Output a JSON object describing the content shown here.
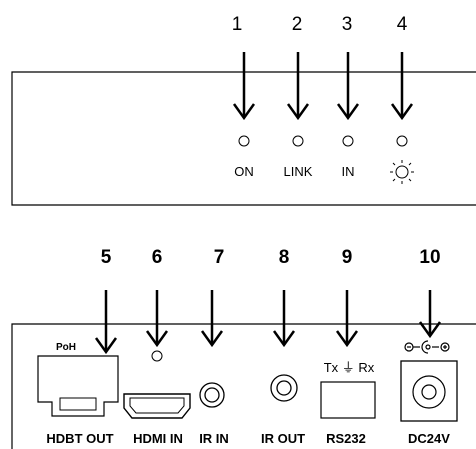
{
  "top_panel": {
    "callouts": [
      "1",
      "2",
      "3",
      "4"
    ],
    "leds": [
      "ON",
      "LINK",
      "IN"
    ],
    "brightness_icon": "sun-icon"
  },
  "bottom_panel": {
    "callouts": [
      "5",
      "6",
      "7",
      "8",
      "9",
      "10"
    ],
    "ports": [
      "HDBT OUT",
      "HDMI IN",
      "IR IN",
      "IR OUT",
      "RS232",
      "DC24V"
    ],
    "poh_label": "PoH",
    "rs232_pins": "Tx ⏚ Rx"
  }
}
